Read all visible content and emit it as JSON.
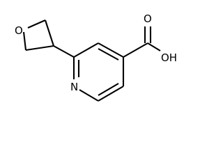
{
  "molecule": {
    "atoms": {
      "oxygen_oxetane": "O",
      "nitrogen_pyridine": "N",
      "hydroxyl": "OH",
      "oxygen_carbonyl": "O"
    }
  }
}
